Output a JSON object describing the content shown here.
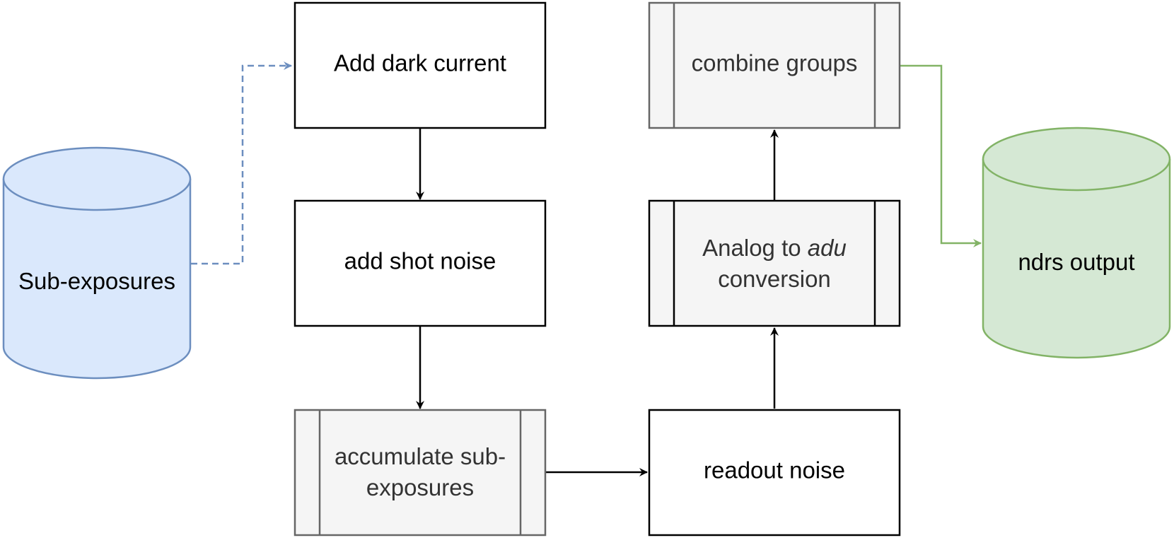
{
  "nodes": {
    "sub_exposures": {
      "label": "Sub-exposures",
      "fill": "#dae8fc",
      "stroke": "#6c8ebf"
    },
    "add_dark_current": {
      "label": "Add dark current"
    },
    "add_shot_noise": {
      "label": "add shot noise"
    },
    "accumulate": {
      "line1": "accumulate sub-",
      "line2": "exposures",
      "fill": "#f5f5f5",
      "stroke": "#666666"
    },
    "readout_noise": {
      "label": "readout noise"
    },
    "analog_to_adu": {
      "line1_prefix": "Analog to ",
      "line1_italic": "adu",
      "line2": "conversion",
      "fill": "#f5f5f5",
      "stroke": "#000000"
    },
    "combine_groups": {
      "label": "combine groups",
      "fill": "#f5f5f5",
      "stroke": "#666666"
    },
    "ndrs_output": {
      "label": "ndrs output",
      "fill": "#d5e8d4",
      "stroke": "#82b366"
    }
  },
  "edges": [
    {
      "from": "Sub-exposures",
      "to": "Add dark current",
      "style": "dashed",
      "color": "#6c8ebf"
    },
    {
      "from": "Add dark current",
      "to": "add shot noise",
      "style": "solid",
      "color": "#000000"
    },
    {
      "from": "add shot noise",
      "to": "accumulate sub-exposures",
      "style": "solid",
      "color": "#000000"
    },
    {
      "from": "accumulate sub-exposures",
      "to": "readout noise",
      "style": "solid",
      "color": "#000000"
    },
    {
      "from": "readout noise",
      "to": "Analog to adu conversion",
      "style": "solid",
      "color": "#000000"
    },
    {
      "from": "Analog to adu conversion",
      "to": "combine groups",
      "style": "solid",
      "color": "#000000"
    },
    {
      "from": "combine groups",
      "to": "ndrs output",
      "style": "solid",
      "color": "#82b366"
    }
  ]
}
